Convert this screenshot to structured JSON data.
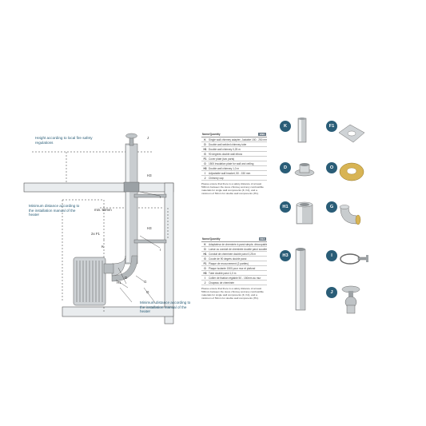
{
  "diagram": {
    "note_height": "Height according to local fire safety regulations",
    "note_min_heater": "Minimum distance according to the installation manual of the heater",
    "note_min_install": "Minimum distance according to the installation manual of the heater",
    "dim_min50": "min. 50mm",
    "labels": {
      "J": "J",
      "H3a": "H3",
      "I1": "I",
      "H3b": "H3",
      "I2": "I",
      "F1x2": "2x F1",
      "K": "K",
      "D1": "D",
      "H1": "H1",
      "G": "G",
      "O": "O"
    }
  },
  "table_en": {
    "header": "Name/Quantity",
    "tag": "ENG",
    "rows": [
      {
        "code": "K",
        "desc": "Single wall chimney adapter, Justable 150 - 250 mm"
      },
      {
        "code": "D",
        "desc": "Double wall welded chimney tube"
      },
      {
        "code": "H1",
        "desc": "Double wall chimney 0,25 m"
      },
      {
        "code": "G",
        "desc": "90 degrees double wall elbow"
      },
      {
        "code": "F1",
        "desc": "Cover plate (two parts)"
      },
      {
        "code": "O",
        "desc": "1500 insulation plate for wall and ceiling"
      },
      {
        "code": "H3",
        "desc": "Double wall chimney 1,0 m"
      },
      {
        "code": "I",
        "desc": "Adjustable wall bracket, 50 - 150 mm"
      },
      {
        "code": "J",
        "desc": "Chimney cap"
      }
    ],
    "note": "Please ensure that there is a safety distance of at least 500mm between the stove chimney and any combustible materials for single wall components (K, K2), and a minimum of 50mm for double wall components (H1)."
  },
  "table_fr": {
    "header": "Name/Quantity",
    "tag": "FRA",
    "rows": [
      {
        "code": "K",
        "desc": "Adaptateur de cheminée à paroi simple, découpable 150 - 250 mm"
      },
      {
        "code": "D",
        "desc": "Loese ou conduit de cheminée double paroi soudée"
      },
      {
        "code": "H1",
        "desc": "Conduit de cheminée double paroi 0,25 m"
      },
      {
        "code": "G",
        "desc": "Coude de 90 degrés double paroi"
      },
      {
        "code": "F1",
        "desc": "Plaque de recouvrement (2 parties)"
      },
      {
        "code": "O",
        "desc": "Plaque isolante 1500 pour mur et plafond"
      },
      {
        "code": "H3",
        "desc": "Tube double paroi 1,0 m"
      },
      {
        "code": "I",
        "desc": "Collier de fixation réglable 50 - 150mm au mur"
      },
      {
        "code": "J",
        "desc": "Chapeau de cheminée"
      }
    ],
    "note": "Please ensure that there is a safety distance of at least 500mm between the stove chimney and any combustible materials for single wall components (K, K2), and a minimum of 50mm for double wall components (H1)."
  },
  "parts": [
    "K",
    "F1",
    "D",
    "O",
    "H1",
    "G",
    "H3",
    "I",
    "J"
  ]
}
